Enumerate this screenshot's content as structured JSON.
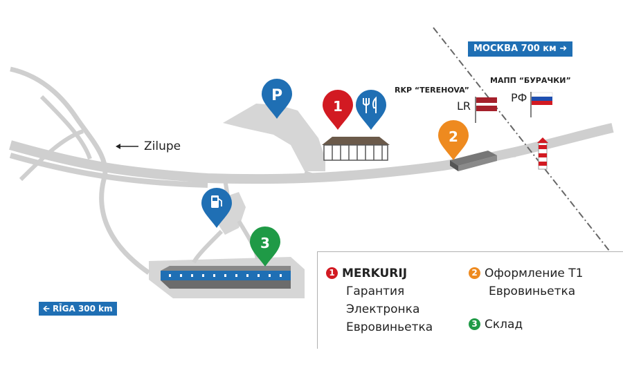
{
  "signs": {
    "moscow": "МОСКВА 700 км",
    "riga": "RĪGA 300 km"
  },
  "places": {
    "zilupe": "Zilupe",
    "rkp": "RKP “TEREHOVA”",
    "rkp_country": "LR",
    "mapp": "МАПП “БУРАЧКИ”",
    "mapp_country": "РФ"
  },
  "markers": {
    "parking": {
      "icon": "parking-icon",
      "color": "#1f6fb4"
    },
    "restaurant": {
      "icon": "fork-knife-icon",
      "color": "#1f6fb4"
    },
    "fuel": {
      "icon": "fuel-pump-icon",
      "color": "#1f6fb4"
    },
    "point1": {
      "label": "1",
      "color": "#d21a22"
    },
    "point2": {
      "label": "2",
      "color": "#ee8a1f"
    },
    "point3": {
      "label": "3",
      "color": "#1f9a46"
    }
  },
  "legend": {
    "item1": {
      "num": "1",
      "title": "MERKURIJ",
      "lines": [
        "Гарантия",
        "Электронка",
        "Евровиньетка"
      ]
    },
    "item2": {
      "num": "2",
      "lines": [
        "Оформление Т1",
        "Евровиньетка"
      ]
    },
    "item3": {
      "num": "3",
      "lines": [
        "Склад"
      ]
    }
  },
  "colors": {
    "blue": "#1f6fb4",
    "red": "#d21a22",
    "orange": "#ee8a1f",
    "green": "#1f9a46",
    "road": "#cfcfcf"
  }
}
